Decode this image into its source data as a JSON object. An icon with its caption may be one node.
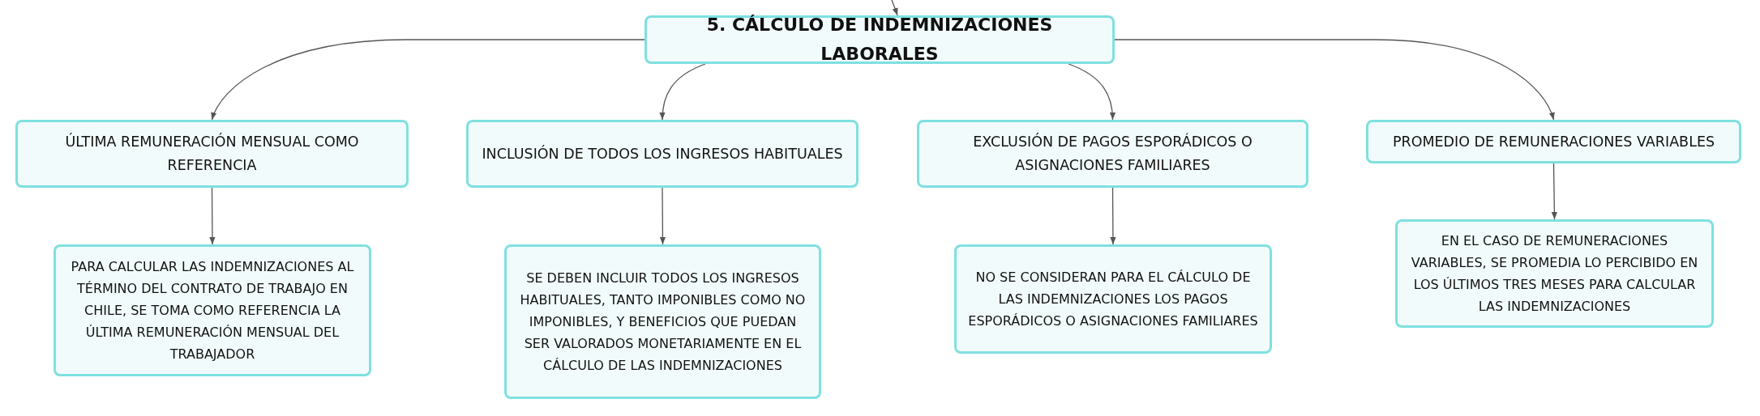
{
  "diagram": {
    "nodes": [
      {
        "text": [
          "5. CÁLCULO DE INDEMNIZACIONES LABORALES"
        ]
      },
      {
        "text": [
          "ÚLTIMA REMUNERACIÓN MENSUAL COMO REFERENCIA"
        ]
      },
      {
        "text": [
          "INCLUSIÓN DE TODOS LOS INGRESOS HABITUALES"
        ]
      },
      {
        "text": [
          "EXCLUSIÓN DE PAGOS ESPORÁDICOS O ASIGNACIONES FAMILIARES"
        ]
      },
      {
        "text": [
          "PROMEDIO DE REMUNERACIONES VARIABLES"
        ]
      },
      {
        "text": [
          "PARA CALCULAR LAS INDEMNIZACIONES AL TÉRMINO DEL CONTRATO DE TRABAJO EN CHILE, SE TOMA COMO REFERENCIA LA ÚLTIMA REMUNERACIÓN MENSUAL DEL TRABAJADOR"
        ]
      },
      {
        "text": [
          "SE DEBEN INCLUIR TODOS LOS INGRESOS HABITUALES, TANTO IMPONIBLES COMO NO IMPONIBLES, Y BENEFICIOS QUE PUEDAN SER VALORADOS MONETARIAMENTE EN EL CÁLCULO DE LAS INDEMNIZACIONES"
        ]
      },
      {
        "text": [
          "NO SE CONSIDERAN PARA EL CÁLCULO DE LAS INDEMNIZACIONES LOS PAGOS ESPORÁDICOS O ASIGNACIONES FAMILIARES"
        ]
      },
      {
        "text": [
          "EN EL CASO DE REMUNERACIONES VARIABLES, SE PROMEDIA LO PERCIBIDO EN LOS ÚLTIMOS TRES MESES PARA CALCULAR LAS INDEMNIZACIONES"
        ]
      }
    ],
    "edges": [
      {
        "from": null,
        "to": 0,
        "arrow": "to"
      },
      {
        "from": 0,
        "to": 1,
        "arrow": "to"
      },
      {
        "from": 0,
        "to": 2,
        "arrow": "to"
      },
      {
        "from": 0,
        "to": 3,
        "arrow": "to"
      },
      {
        "from": 0,
        "to": 4,
        "arrow": "to"
      },
      {
        "from": 1,
        "to": 5,
        "arrow": "to"
      },
      {
        "from": 2,
        "to": 6,
        "arrow": "to"
      },
      {
        "from": 3,
        "to": 7,
        "arrow": "to"
      },
      {
        "from": 4,
        "to": 8,
        "arrow": "to"
      }
    ]
  }
}
